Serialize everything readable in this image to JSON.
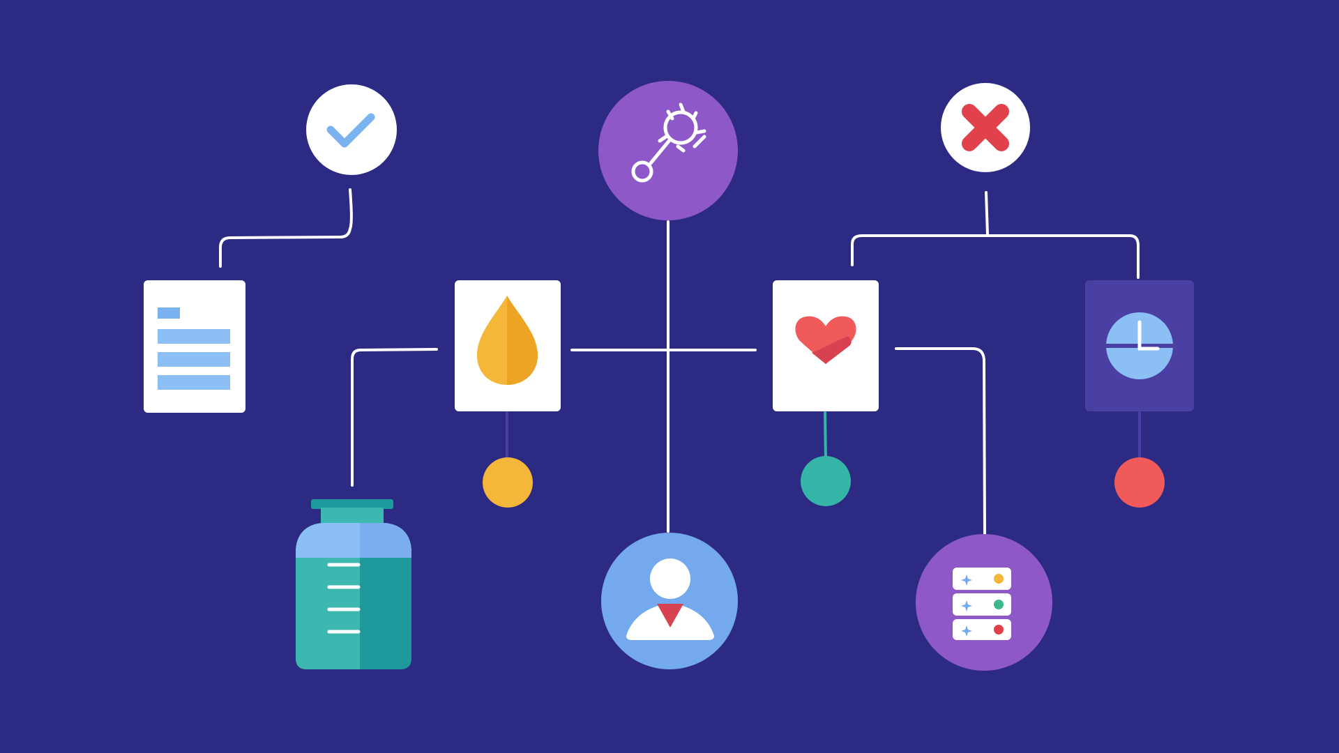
{
  "diagram": {
    "background_color": "#2C2A82",
    "connector_color": "#FFFFFF",
    "nodes": [
      {
        "id": "approved",
        "icon": "checkmark-icon",
        "shape": "circle",
        "fill": "#FFFFFF",
        "accent": "#7BB3F0"
      },
      {
        "id": "molecule",
        "icon": "molecule-icon",
        "shape": "circle",
        "fill": "#8E58C8",
        "accent": "#FFFFFF"
      },
      {
        "id": "rejected",
        "icon": "cross-icon",
        "shape": "circle",
        "fill": "#FFFFFF",
        "accent": "#E0414A"
      },
      {
        "id": "document",
        "icon": "document-icon",
        "shape": "card",
        "fill": "#FFFFFF",
        "accent": "#8CC0F5"
      },
      {
        "id": "blood-drop",
        "icon": "drop-icon",
        "shape": "card",
        "fill": "#FFFFFF",
        "accent": "#F4B73A"
      },
      {
        "id": "heart",
        "icon": "heart-icon",
        "shape": "card",
        "fill": "#FFFFFF",
        "accent": "#F05A5A"
      },
      {
        "id": "clock",
        "icon": "clock-icon",
        "shape": "card",
        "fill": "#4A3FA3",
        "accent": "#8CC0F5"
      },
      {
        "id": "sample-jar",
        "icon": "jar-icon",
        "shape": "jar",
        "fill": "#3DB8B1",
        "accent": "#8CC0F5"
      },
      {
        "id": "patient",
        "icon": "person-icon",
        "shape": "circle",
        "fill": "#74A9EE",
        "accent": "#FFFFFF"
      },
      {
        "id": "database",
        "icon": "server-icon",
        "shape": "circle",
        "fill": "#8E58C8",
        "accent": "#FFFFFF"
      }
    ],
    "status_dots": [
      {
        "id": "dot-yellow",
        "color": "#F4B73A"
      },
      {
        "id": "dot-teal",
        "color": "#35B5A8"
      },
      {
        "id": "dot-red",
        "color": "#F05A5A"
      }
    ]
  }
}
